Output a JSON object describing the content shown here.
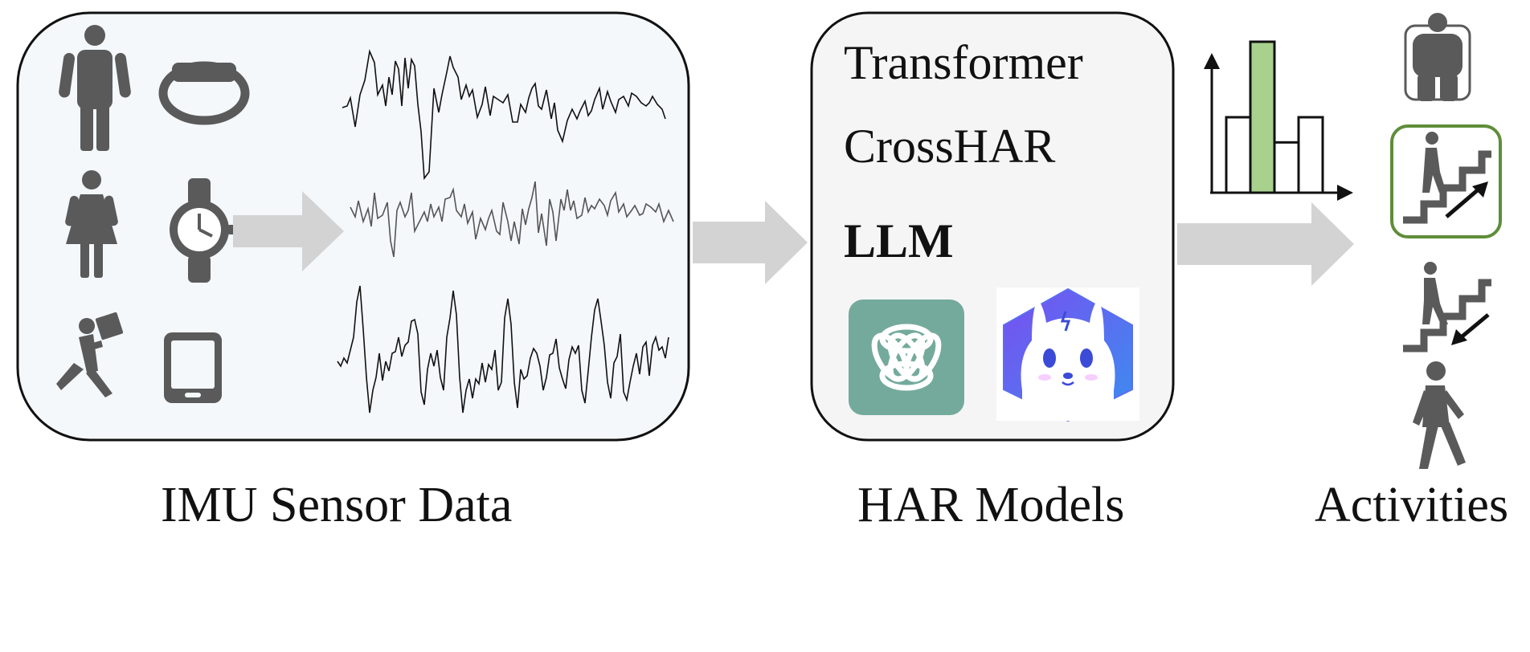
{
  "captions": {
    "sensor": "IMU Sensor Data",
    "models": "HAR Models",
    "activities": "Activities"
  },
  "models": {
    "items": [
      "Transformer",
      "CrossHAR",
      "LLM"
    ]
  },
  "icons": {
    "people": [
      "man-icon",
      "woman-icon",
      "delivery-person-icon"
    ],
    "devices": [
      "fitness-band-icon",
      "smartwatch-icon",
      "smartphone-icon"
    ],
    "logos": [
      "chatgpt-logo-icon",
      "llama-logo-icon"
    ],
    "activities": [
      "sitting-icon",
      "walking-upstairs-icon",
      "walking-downstairs-icon",
      "walking-icon"
    ]
  },
  "colors": {
    "sensor_panel_fill": "#f4f8fb",
    "model_panel_fill": "#f5f5f5",
    "arrow": "#d3d3d3",
    "icon_gray": "#5a5a5a",
    "highlight_green": "#5f8d3a",
    "bar_highlight": "#a9d18e",
    "chatgpt_bg": "#74aa9c",
    "llama_bg_start": "#6a5cf0",
    "llama_bg_end": "#3a8ef0"
  },
  "chart_data": {
    "type": "bar",
    "values": [
      3,
      6,
      2,
      3
    ],
    "highlight_index": 1
  }
}
